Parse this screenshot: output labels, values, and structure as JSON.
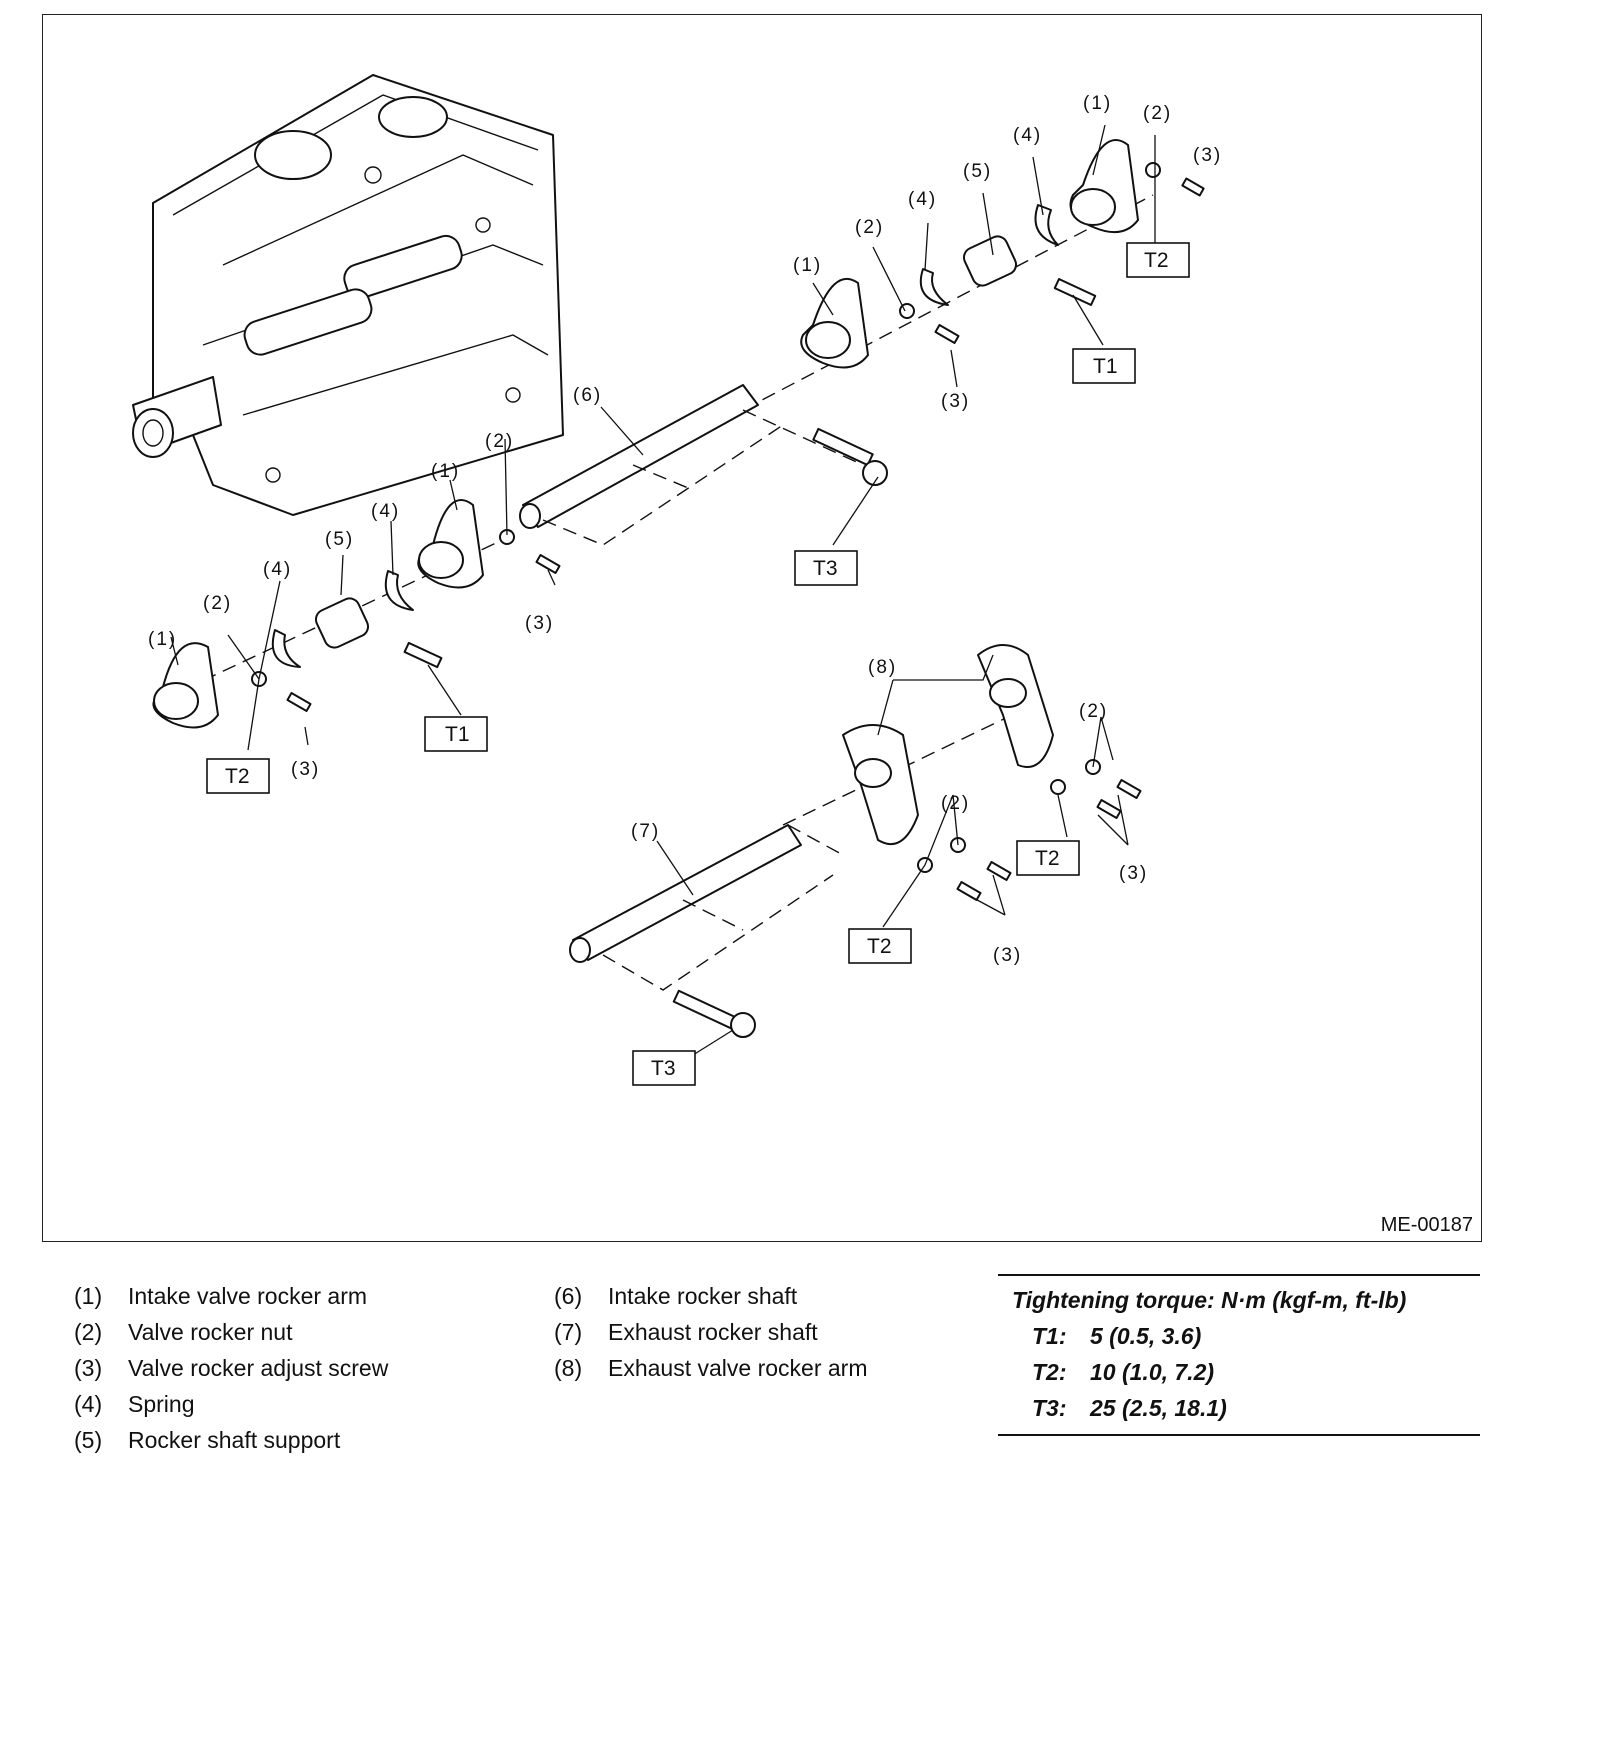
{
  "figure_code": "ME-00187",
  "callouts": {
    "c1": "(1)",
    "c2": "(2)",
    "c3": "(3)",
    "c4": "(4)",
    "c5": "(5)",
    "c6": "(6)",
    "c7": "(7)",
    "c8": "(8)"
  },
  "torque_tags": {
    "t1": "T1",
    "t2": "T2",
    "t3": "T3"
  },
  "legend": [
    {
      "num": "(1)",
      "label": "Intake valve rocker arm"
    },
    {
      "num": "(2)",
      "label": "Valve rocker nut"
    },
    {
      "num": "(3)",
      "label": "Valve rocker adjust screw"
    },
    {
      "num": "(4)",
      "label": "Spring"
    },
    {
      "num": "(5)",
      "label": "Rocker shaft support"
    },
    {
      "num": "(6)",
      "label": "Intake rocker shaft"
    },
    {
      "num": "(7)",
      "label": "Exhaust rocker shaft"
    },
    {
      "num": "(8)",
      "label": "Exhaust valve rocker arm"
    }
  ],
  "torque": {
    "title": "Tightening torque: N·m (kgf-m, ft-lb)",
    "rows": [
      {
        "key": "T1:",
        "value": "5 (0.5, 3.6)"
      },
      {
        "key": "T2:",
        "value": "10 (1.0, 7.2)"
      },
      {
        "key": "T3:",
        "value": "25 (2.5, 18.1)"
      }
    ]
  }
}
